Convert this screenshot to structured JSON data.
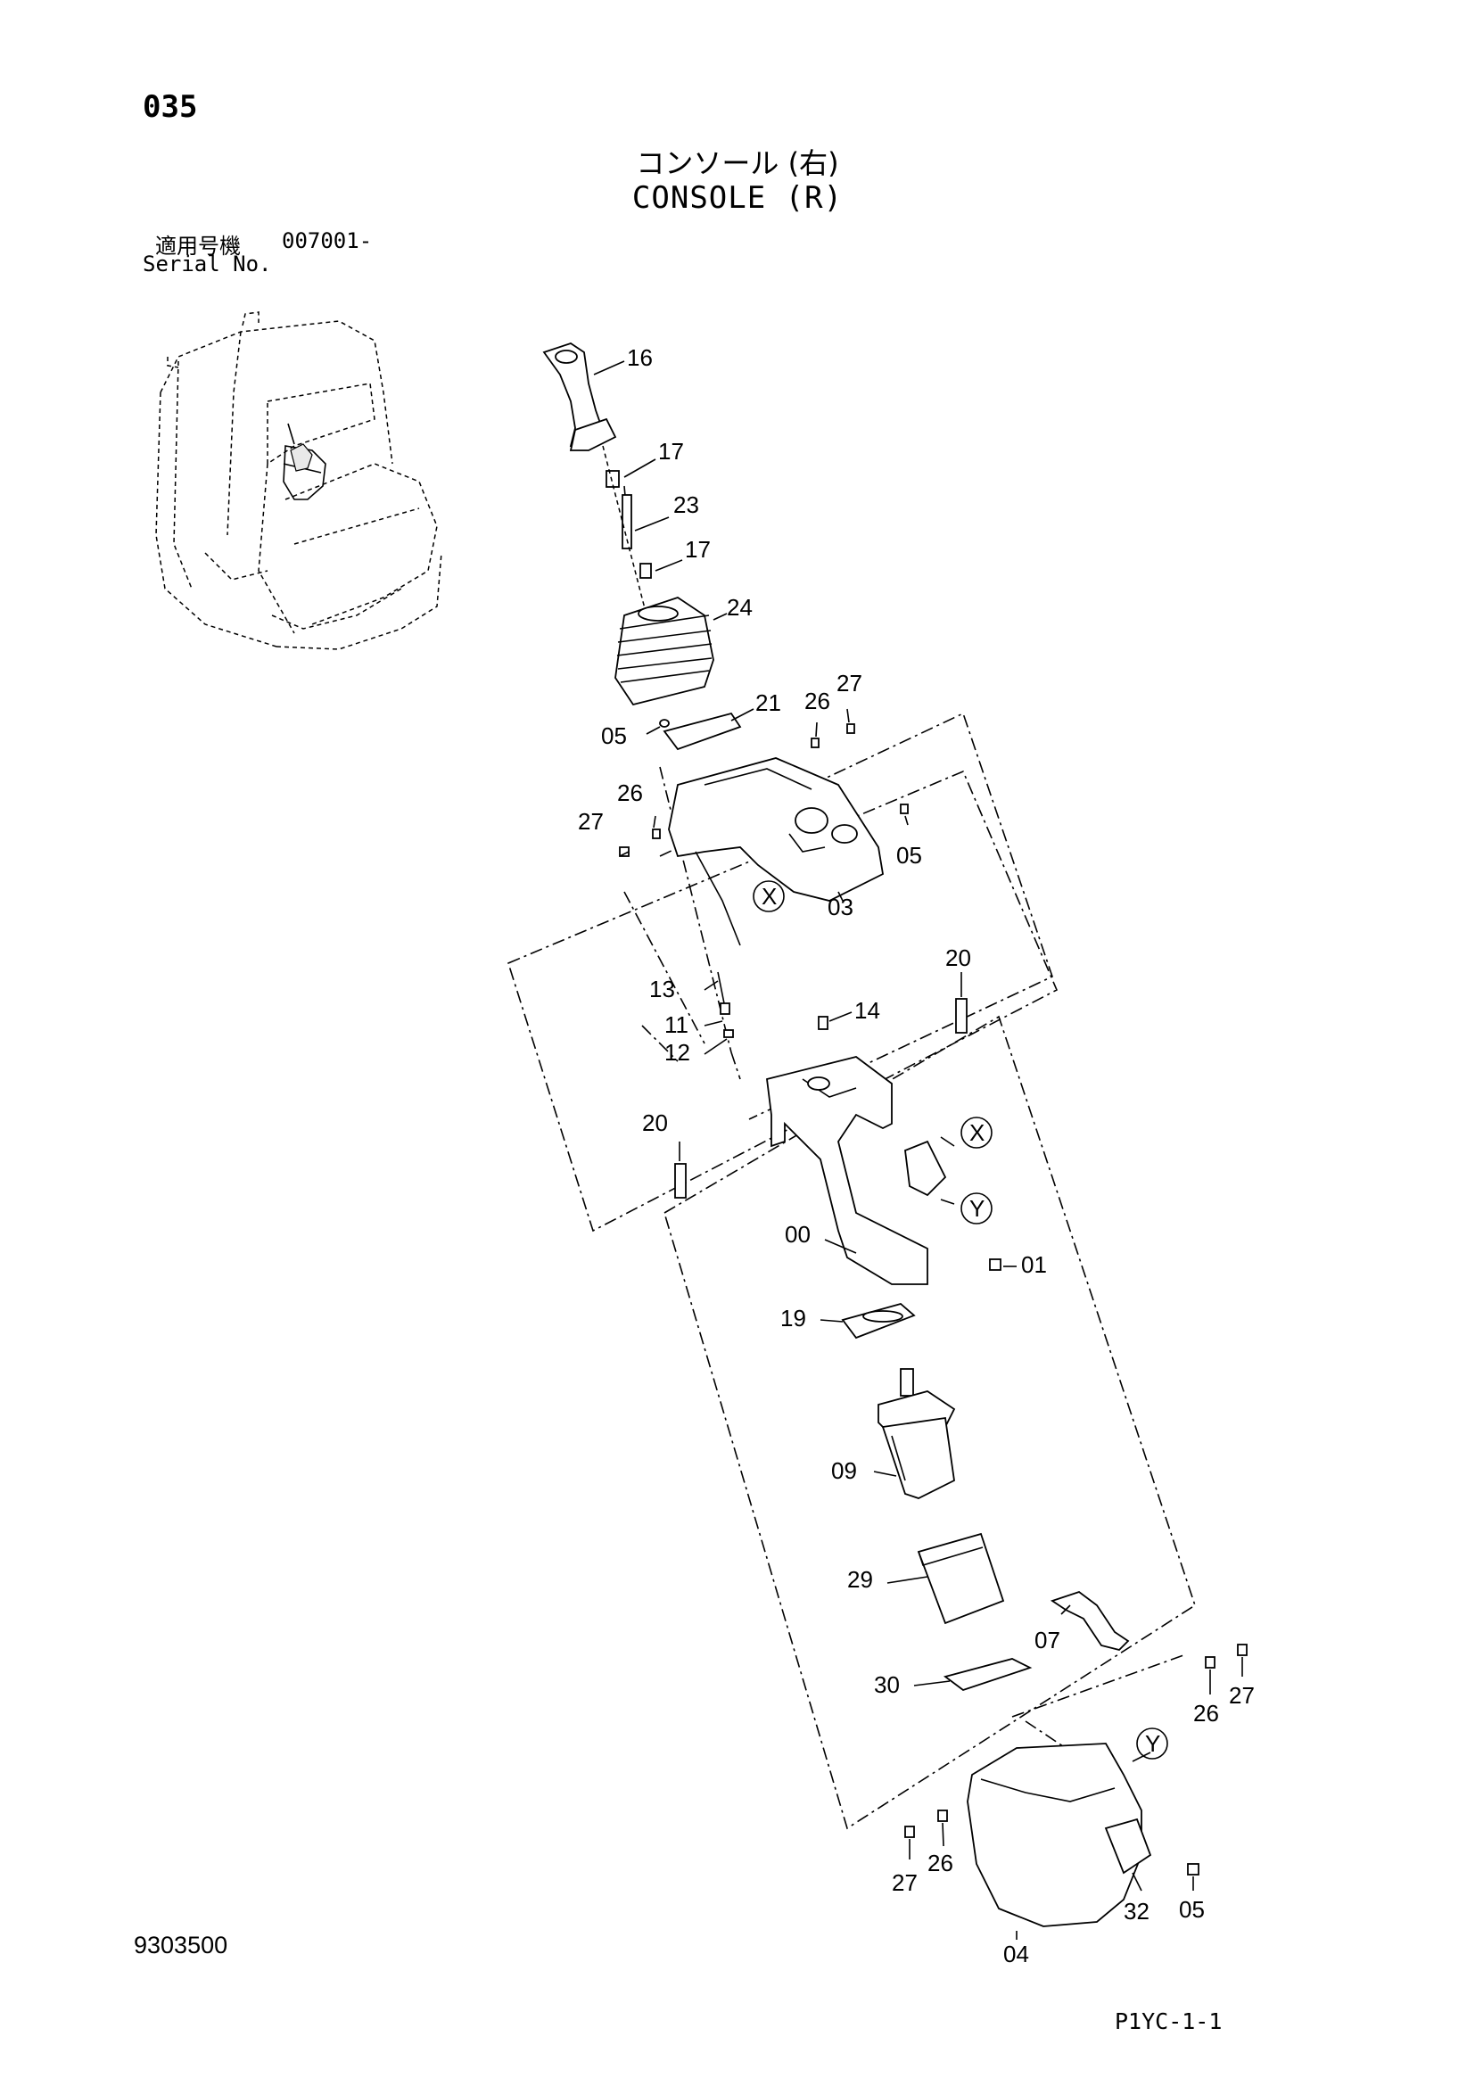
{
  "header": {
    "page_no": "035",
    "title_jp": "コンソール (右)",
    "title_en": "CONSOLE (R)",
    "serial_label_jp": "適用号機",
    "serial_value": "007001-",
    "serial_label_en": "Serial No."
  },
  "footer": {
    "doc_no": "9303500",
    "sheet_ref": "P1YC-1-1"
  },
  "callouts": {
    "p00": "00",
    "p01": "01",
    "p03": "03",
    "p04": "04",
    "p05a": "05",
    "p05b": "05",
    "p05c": "05",
    "p07": "07",
    "p09": "09",
    "p11": "11",
    "p12": "12",
    "p13": "13",
    "p14": "14",
    "p16": "16",
    "p17a": "17",
    "p17b": "17",
    "p19": "19",
    "p20a": "20",
    "p20b": "20",
    "p21": "21",
    "p23": "23",
    "p24": "24",
    "p26a": "26",
    "p26b": "26",
    "p26c": "26",
    "p26d": "26",
    "p27a": "27",
    "p27b": "27",
    "p27c": "27",
    "p27d": "27",
    "p29": "29",
    "p30": "30",
    "p32": "32"
  },
  "markers": {
    "x1": "X",
    "x2": "X",
    "y1": "Y",
    "y2": "Y"
  }
}
